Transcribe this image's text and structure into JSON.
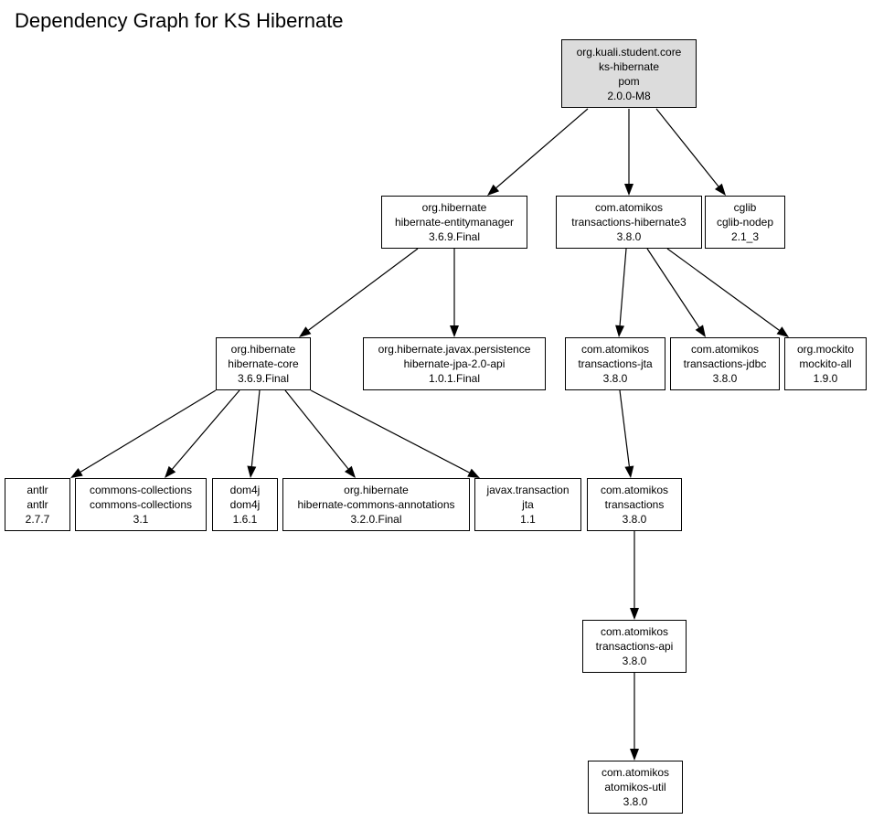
{
  "title": "Dependency Graph for KS Hibernate",
  "colors": {
    "root_fill": "#dcdcdc",
    "node_fill": "#ffffff",
    "stroke": "#000000"
  },
  "nodes": {
    "root": {
      "group": "org.kuali.student.core",
      "artifact": "ks-hibernate",
      "packaging": "pom",
      "version": "2.0.0-M8"
    },
    "hem": {
      "group": "org.hibernate",
      "artifact": "hibernate-entitymanager",
      "version": "3.6.9.Final"
    },
    "th3": {
      "group": "com.atomikos",
      "artifact": "transactions-hibernate3",
      "version": "3.8.0"
    },
    "cglib": {
      "group": "cglib",
      "artifact": "cglib-nodep",
      "version": "2.1_3"
    },
    "hcore": {
      "group": "org.hibernate",
      "artifact": "hibernate-core",
      "version": "3.6.9.Final"
    },
    "jpa": {
      "group": "org.hibernate.javax.persistence",
      "artifact": "hibernate-jpa-2.0-api",
      "version": "1.0.1.Final"
    },
    "tjta": {
      "group": "com.atomikos",
      "artifact": "transactions-jta",
      "version": "3.8.0"
    },
    "tjdbc": {
      "group": "com.atomikos",
      "artifact": "transactions-jdbc",
      "version": "3.8.0"
    },
    "mockito": {
      "group": "org.mockito",
      "artifact": "mockito-all",
      "version": "1.9.0"
    },
    "antlr": {
      "group": "antlr",
      "artifact": "antlr",
      "version": "2.7.7"
    },
    "cc": {
      "group": "commons-collections",
      "artifact": "commons-collections",
      "version": "3.1"
    },
    "dom4j": {
      "group": "dom4j",
      "artifact": "dom4j",
      "version": "1.6.1"
    },
    "hca": {
      "group": "org.hibernate",
      "artifact": "hibernate-commons-annotations",
      "version": "3.2.0.Final"
    },
    "jta": {
      "group": "javax.transaction",
      "artifact": "jta",
      "version": "1.1"
    },
    "trans": {
      "group": "com.atomikos",
      "artifact": "transactions",
      "version": "3.8.0"
    },
    "tapi": {
      "group": "com.atomikos",
      "artifact": "transactions-api",
      "version": "3.8.0"
    },
    "autil": {
      "group": "com.atomikos",
      "artifact": "atomikos-util",
      "version": "3.8.0"
    }
  }
}
